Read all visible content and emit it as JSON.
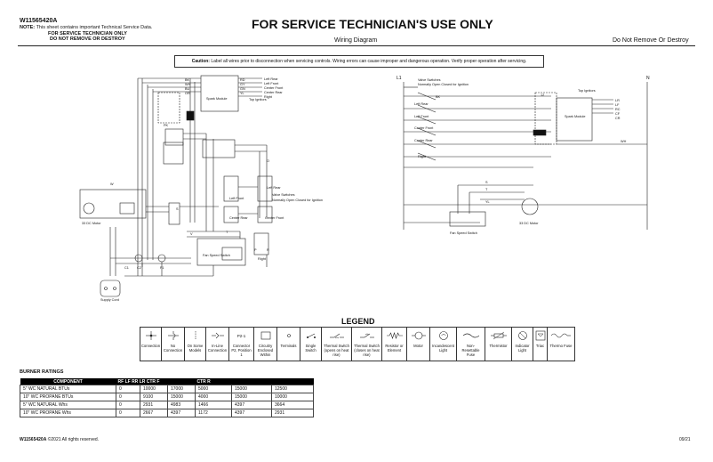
{
  "header": {
    "part_number": "W11565420A",
    "note_label": "NOTE:",
    "note_text": "This sheet contains important Technical Service Data.",
    "for_service_line": "FOR SERVICE TECHNICIAN ONLY",
    "do_not_remove_line": "DO NOT REMOVE OR DESTROY",
    "title": "FOR SERVICE TECHNICIAN'S USE ONLY",
    "subtitle": "Wiring Diagram",
    "do_not_remove_right": "Do Not Remove Or Destroy"
  },
  "caution": {
    "label": "Caution:",
    "text": "Label all wires prior to disconnection when servicing controls. Wiring errors can cause improper and dangerous operation. Verify proper operation after servicing."
  },
  "left_diagram": {
    "spark_module": "Spark Module",
    "top_ignitors": "Top Ignitors",
    "ignitor_labels": [
      "Left Rear",
      "Left Front",
      "Center Front",
      "Center Rear",
      "Right"
    ],
    "valve_switches": "Valve Switches",
    "normally_open": "Normally Open Closed for Ignition",
    "left_rear": "Left Rear",
    "left_front": "Left Front",
    "center_rear": "Center Rear",
    "center_front": "Center Front",
    "right": "Right",
    "fan_speed_switch": "Fan Speed Switch",
    "supply_cord": "Supply Cord",
    "motor": "33 DC Motor",
    "fuse": "F1",
    "c1": "C1",
    "c2": "C2",
    "wire_codes": [
      "BK",
      "WH",
      "BU",
      "OR",
      "RD",
      "GY",
      "GN",
      "YL",
      "PK",
      "V",
      "W",
      "S",
      "T",
      "O",
      "R",
      "P"
    ]
  },
  "right_diagram": {
    "l1": "L1",
    "n": "N",
    "valve_switches": "Valve Switches",
    "normally_open": "Normally Open Closed for Ignition",
    "left_rear": "Left Rear",
    "left_front": "Left Front",
    "center_rear": "Center Rear",
    "center_front": "Center Front",
    "right": "Right",
    "spark_module": "Spark Module",
    "top_ignitors": "Top Ignitors",
    "ignitor_codes": [
      "LR",
      "LF",
      "RC",
      "CF",
      "CR"
    ],
    "fan_speed_switch": "Fan Speed Switch",
    "motor": "33 DC Motor",
    "wire_codes": [
      "BK",
      "WH",
      "YL",
      "S",
      "T",
      "12"
    ]
  },
  "legend": {
    "title": "LEGEND",
    "items": [
      {
        "label": "Connection",
        "icon": "connection-icon"
      },
      {
        "label": "No Connection",
        "icon": "no-connection-icon"
      },
      {
        "label": "On Some Models",
        "icon": "on-some-models-icon"
      },
      {
        "label": "In-Line Connection",
        "icon": "in-line-connection-icon"
      },
      {
        "label": "Connector P2, Position 1",
        "sym": "P2-1",
        "icon": "connector-icon"
      },
      {
        "label": "Circuitry Enclosed Within",
        "icon": "enclosed-circuitry-icon"
      },
      {
        "label": "Terminals",
        "icon": "terminal-icon"
      },
      {
        "label": "Single Switch",
        "icon": "single-switch-icon"
      },
      {
        "label": "Thermal Switch (opens on heat rise)",
        "icon": "thermal-switch-open-icon"
      },
      {
        "label": "Thermal Switch (closes on heat rise)",
        "icon": "thermal-switch-close-icon"
      },
      {
        "label": "Resistor or Element",
        "icon": "resistor-icon"
      },
      {
        "label": "Motor",
        "icon": "motor-icon"
      },
      {
        "label": "Incandescent Light",
        "icon": "incandescent-light-icon"
      },
      {
        "label": "Non-Resettable Fuse",
        "icon": "fuse-icon"
      },
      {
        "label": "Thermistor",
        "icon": "thermistor-icon"
      },
      {
        "label": "Indicator Light",
        "icon": "indicator-light-icon"
      },
      {
        "label": "Triac",
        "icon": "triac-icon"
      },
      {
        "label": "Thermo Fuse",
        "icon": "thermo-fuse-icon"
      }
    ]
  },
  "burner_ratings": {
    "title": "BURNER RATINGS",
    "columns": [
      "COMPONENT",
      "RF",
      "LF",
      "RR",
      "LR",
      "CTR F",
      "CTR R"
    ],
    "rows": [
      [
        "5\" WC NATURAL BTUs",
        "0",
        "10000",
        "17000",
        "5000",
        "15000",
        "12500"
      ],
      [
        "10\" WC PROPANE BTUs",
        "0",
        "9100",
        "15000",
        "4000",
        "15000",
        "10000"
      ],
      [
        "5\" WC NATURAL Whs",
        "0",
        "2931",
        "4983",
        "1466",
        "4397",
        "3664"
      ],
      [
        "10\" WC PROPANE Whs",
        "0",
        "2667",
        "4397",
        "1172",
        "4397",
        "2931"
      ]
    ]
  },
  "footer": {
    "part_number": "W11565420A",
    "copyright": "©2021 All rights reserved.",
    "page_code": "09/21"
  }
}
